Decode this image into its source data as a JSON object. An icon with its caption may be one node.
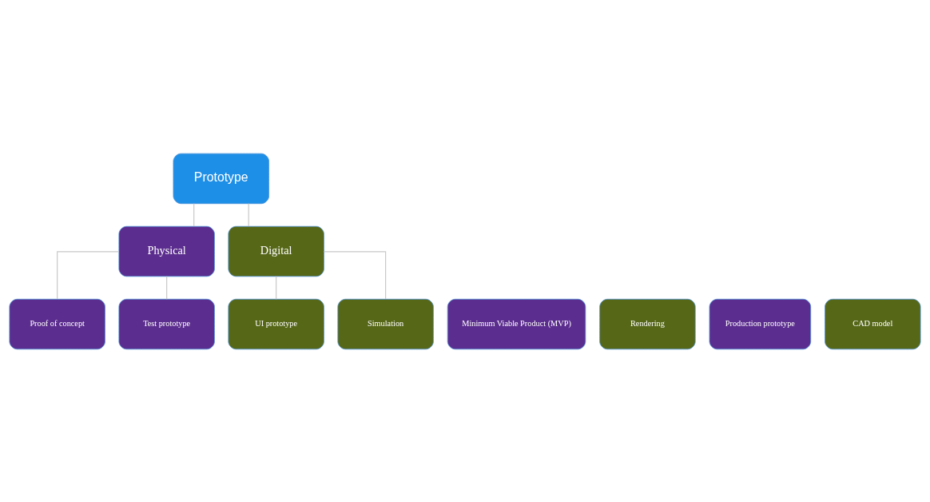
{
  "diagram": {
    "nodes": [
      {
        "text": [
          "Prototype"
        ]
      },
      {
        "text": [
          "Physical"
        ]
      },
      {
        "text": [
          "Digital"
        ]
      },
      {
        "text": [
          "Proof of concept"
        ]
      },
      {
        "text": [
          "Minimum Viable Product (MVP)"
        ]
      },
      {
        "text": [
          "UI prototype"
        ]
      },
      {
        "text": [
          "Rendering"
        ]
      },
      {
        "text": [
          "Test prototype"
        ]
      },
      {
        "text": [
          "Production prototype"
        ]
      },
      {
        "text": [
          "Simulation"
        ]
      },
      {
        "text": [
          "CAD model"
        ]
      }
    ],
    "edges": [
      {
        "from": 0,
        "to": 1,
        "arrow": "none"
      },
      {
        "from": 0,
        "to": 2,
        "arrow": "none"
      },
      {
        "from": 1,
        "to": 3,
        "arrow": "none"
      },
      {
        "from": 1,
        "to": 7,
        "arrow": "none"
      },
      {
        "from": 2,
        "to": 5,
        "arrow": "none"
      },
      {
        "from": 2,
        "to": 9,
        "arrow": "none"
      }
    ]
  }
}
